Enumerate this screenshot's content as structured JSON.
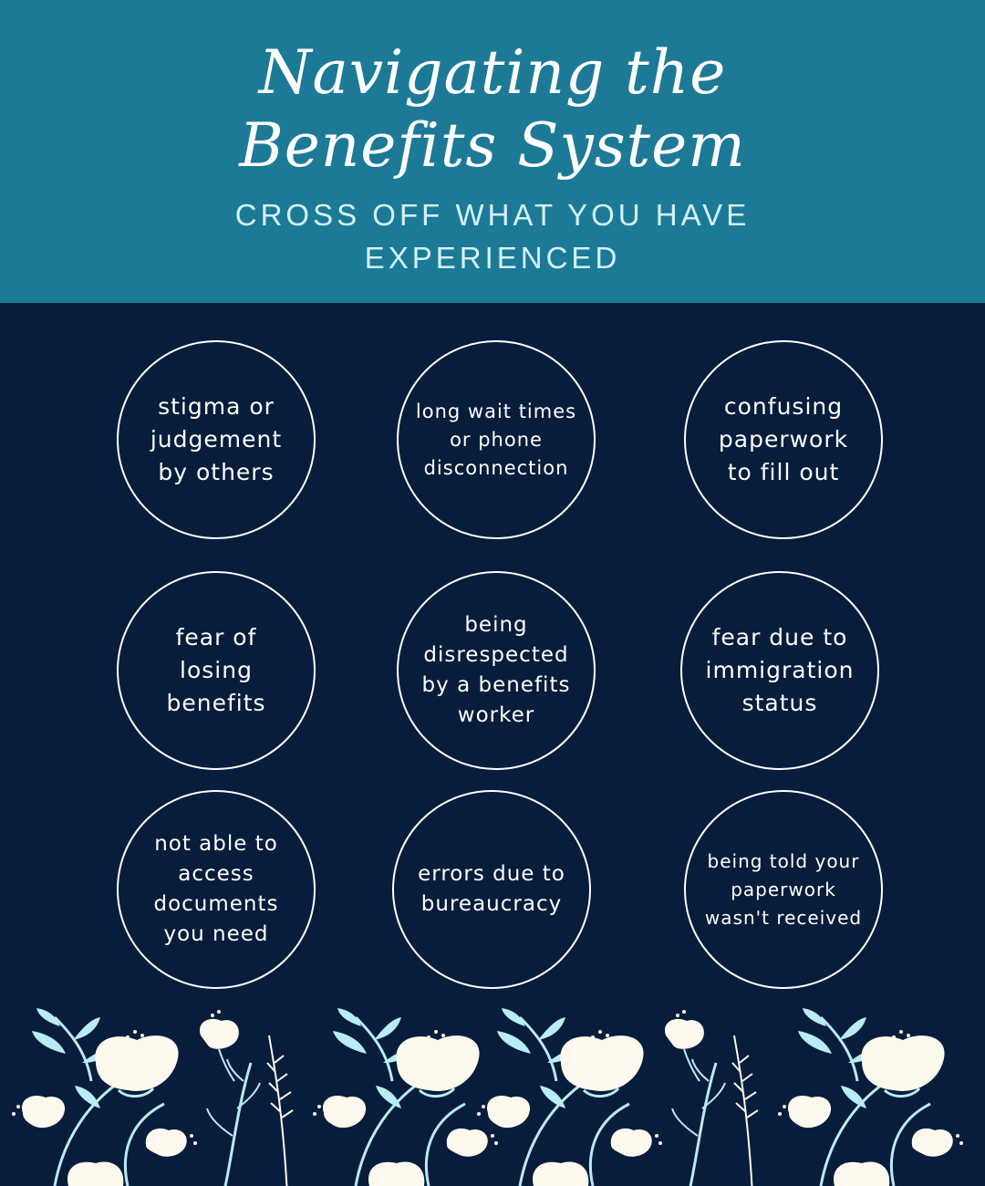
{
  "header": {
    "title": "Navigating the Benefits System",
    "subtitle": "CROSS OFF WHAT YOU HAVE EXPERIENCED"
  },
  "items": [
    "stigma or judgement by others",
    "long wait times or phone disconnection",
    "confusing paperwork to fill out",
    "fear of losing benefits",
    "being disrespected by a benefits worker",
    "fear  due to immigration status",
    "not able to access documents you need",
    "errors due to bureaucracy",
    "being told your paperwork wasn't received"
  ],
  "colors": {
    "header_bg": "#1c7a97",
    "body_bg": "#071d3b",
    "flower": "#fdf9ee",
    "leaf": "#b8ecf6"
  },
  "icons": {
    "decoration": "floral-border-icon"
  }
}
